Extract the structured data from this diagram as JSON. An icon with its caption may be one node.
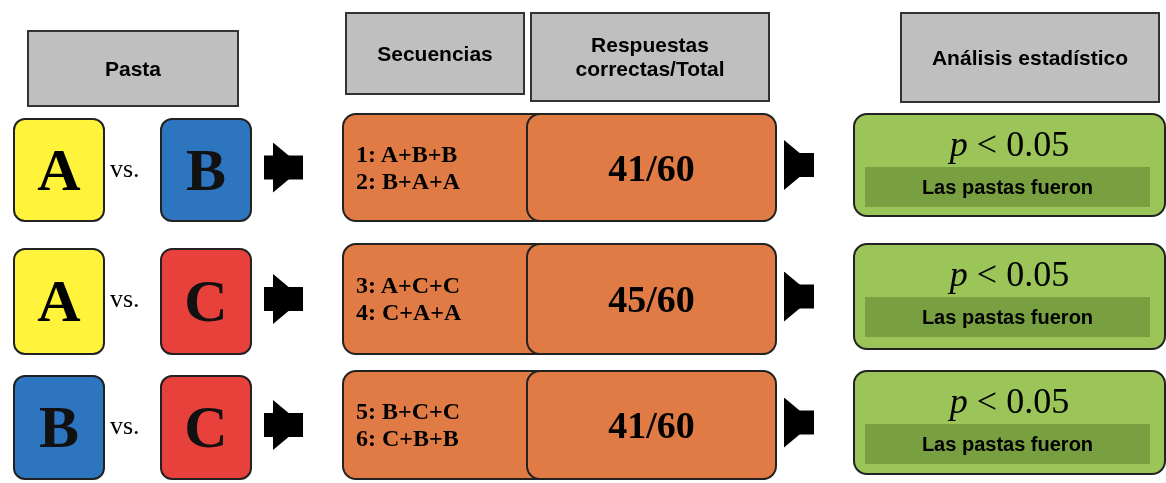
{
  "diagram": {
    "nodes": [
      {
        "text": [
          "Pasta"
        ]
      },
      {
        "text": [
          "Secuencias"
        ]
      },
      {
        "text": [
          "Respuestas correctas/Total"
        ]
      },
      {
        "text": [
          "Análisis estadístico"
        ]
      },
      {
        "text": [
          "A"
        ]
      },
      {
        "text": [
          "B"
        ]
      },
      {
        "text": [
          "1: A+B+B",
          "2: B+A+A"
        ]
      },
      {
        "text": [
          "41/60"
        ],
        "in": 6
      },
      {
        "text": [
          "*p* < 0.05"
        ]
      },
      {
        "text": [
          "Las pastas fueron"
        ],
        "in": 8
      },
      {
        "text": [
          "A"
        ]
      },
      {
        "text": [
          "C"
        ]
      },
      {
        "text": [
          "3: A+C+C",
          "4: C+A+A"
        ]
      },
      {
        "text": [
          "45/60"
        ],
        "in": 12
      },
      {
        "text": [
          "*p* < 0.05"
        ]
      },
      {
        "text": [
          "Las pastas fueron"
        ],
        "in": 14
      },
      {
        "text": [
          "B"
        ]
      },
      {
        "text": [
          "C"
        ]
      },
      {
        "text": [
          "5: B+C+C",
          "6: C+B+B"
        ]
      },
      {
        "text": [
          "41/60"
        ],
        "in": 18
      },
      {
        "text": [
          "*p* < 0.05"
        ]
      },
      {
        "text": [
          "Las pastas fueron"
        ],
        "in": 20
      }
    ],
    "edges": [
      {
        "from": 5,
        "to": 6,
        "arrow": "to"
      },
      {
        "from": 6,
        "to": 8,
        "arrow": "to"
      },
      {
        "from": 11,
        "to": 12,
        "arrow": "to"
      },
      {
        "from": 12,
        "to": 14,
        "arrow": "to"
      },
      {
        "from": 17,
        "to": 18,
        "arrow": "to"
      },
      {
        "from": 18,
        "to": 20,
        "arrow": "to"
      }
    ],
    "labels": [
      "vs.",
      "vs.",
      "vs."
    ]
  }
}
